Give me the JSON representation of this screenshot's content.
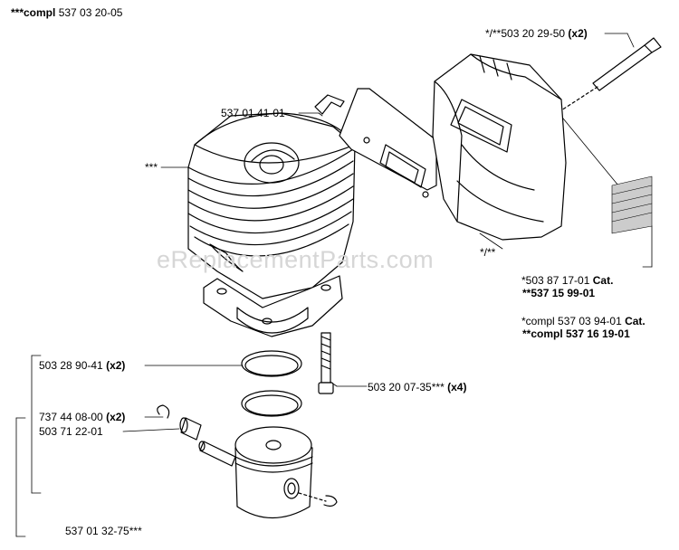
{
  "watermark": "eReplacementParts.com",
  "labels": {
    "assembly": {
      "prefix": "***compl",
      "code": "537 03 20-05"
    },
    "bolt_muffler": {
      "code": "*/**503 20 29-50",
      "qty": "(x2)"
    },
    "bracket": {
      "code": "537 01 41-01"
    },
    "cylinder": {
      "code": "***"
    },
    "muffler_body": {
      "code": "*/**"
    },
    "screen": {
      "line1_code": "*503 87 17-01",
      "line1_suffix": "Cat.",
      "line2": "**537 15 99-01"
    },
    "muffler_kits": {
      "line1_code": "*compl 537 03 94-01",
      "line1_suffix": "Cat.",
      "line2": "**compl 537 16 19-01"
    },
    "piston_ring": {
      "code": "503 28 90-41",
      "qty": "(x2)"
    },
    "cylinder_bolt": {
      "code": "503 20 07-35***",
      "qty": "(x4)"
    },
    "circlip": {
      "code": "737 44 08-00",
      "qty": "(x2)"
    },
    "bearing": {
      "code": "503 71 22-01"
    },
    "piston": {
      "code": "537 01 32-75***"
    }
  }
}
